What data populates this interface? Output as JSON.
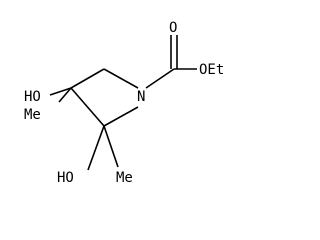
{
  "molecule": {
    "atoms": {
      "carbonyl_oxygen": "O",
      "ester_group": "OEt",
      "nitrogen": "N",
      "c4_hydroxyl": "HO",
      "c4_methyl": "Me",
      "c3_hydroxyl": "HO",
      "c3_methyl": "Me"
    },
    "colors": {
      "line": "#000000",
      "background": "#ffffff"
    }
  }
}
